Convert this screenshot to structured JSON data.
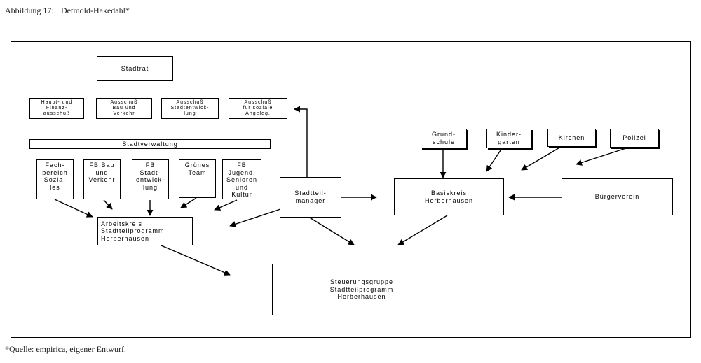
{
  "caption": {
    "number": "Abbildung 17:",
    "title": "Detmold-Hakedahl*"
  },
  "source": {
    "prefix": "*Quelle:",
    "text": "empirica, eigener Entwurf."
  },
  "nodes": {
    "stadtrat": "Stadtrat",
    "haupt_finanz": "Haupt- und\nFinanz-\nausschuß",
    "ausschuss_bau": "Ausschuß\nBau und\nVerkehr",
    "ausschuss_stadtentwicklung": "Ausschuß\nStadtentwick-\nlung",
    "ausschuss_soziale": "Ausschuß\nfür soziale\nAngeleg.",
    "stadtverwaltung": "Stadtverwaltung",
    "fb_soziales": "Fach-\nbereich\nSozia-\nles",
    "fb_bau": "FB Bau\nund\nVerkehr",
    "fb_stadtentwicklung": "FB\nStadt-\nentwick-\nlung",
    "gruenes_team": "Grünes\nTeam",
    "fb_jugend": "FB\nJugend,\nSenioren\nund\nKultur",
    "stadtteilmanager": "Stadtteil-\nmanager",
    "arbeitskreis": "Arbeitskreis\nStadtteilprogramm\nHerberhausen",
    "grundschule": "Grund-\nschule",
    "kindergarten": "Kinder-\ngarten",
    "kirchen": "Kirchen",
    "polizei": "Polizei",
    "basiskreis": "Basiskreis\nHerberhausen",
    "buergerverein": "Bürgerverein",
    "steuerungsgruppe": "Steuerungsgruppe\nStadtteilprogramm\nHerberhausen"
  }
}
